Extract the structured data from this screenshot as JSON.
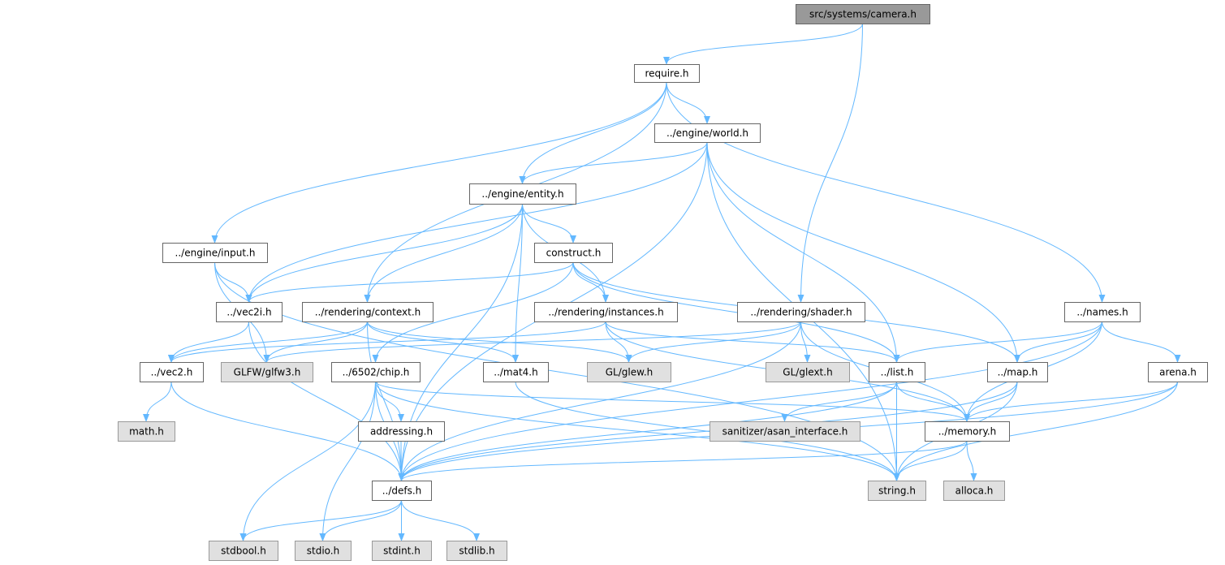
{
  "colors": {
    "edge": "#63b8ff",
    "root_fill": "#999999",
    "root_border": "#666666",
    "local_fill": "#ffffff",
    "local_border": "#666666",
    "system_fill": "#e0e0e0",
    "system_border": "#999999"
  },
  "nodes": [
    {
      "id": "camera",
      "label": "src/systems/camera.h",
      "kind": "root"
    },
    {
      "id": "require",
      "label": "require.h",
      "kind": "local"
    },
    {
      "id": "world",
      "label": "../engine/world.h",
      "kind": "local"
    },
    {
      "id": "entity",
      "label": "../engine/entity.h",
      "kind": "local"
    },
    {
      "id": "input",
      "label": "../engine/input.h",
      "kind": "local"
    },
    {
      "id": "construct",
      "label": "construct.h",
      "kind": "local"
    },
    {
      "id": "vec2i",
      "label": "../vec2i.h",
      "kind": "local"
    },
    {
      "id": "context",
      "label": "../rendering/context.h",
      "kind": "local"
    },
    {
      "id": "instances",
      "label": "../rendering/instances.h",
      "kind": "local"
    },
    {
      "id": "shader",
      "label": "../rendering/shader.h",
      "kind": "local"
    },
    {
      "id": "names",
      "label": "../names.h",
      "kind": "local"
    },
    {
      "id": "vec2",
      "label": "../vec2.h",
      "kind": "local"
    },
    {
      "id": "glfw",
      "label": "GLFW/glfw3.h",
      "kind": "system"
    },
    {
      "id": "chip",
      "label": "../6502/chip.h",
      "kind": "local"
    },
    {
      "id": "mat4",
      "label": "../mat4.h",
      "kind": "local"
    },
    {
      "id": "glew",
      "label": "GL/glew.h",
      "kind": "system"
    },
    {
      "id": "glext",
      "label": "GL/glext.h",
      "kind": "system"
    },
    {
      "id": "list",
      "label": "../list.h",
      "kind": "local"
    },
    {
      "id": "map",
      "label": "../map.h",
      "kind": "local"
    },
    {
      "id": "arena",
      "label": "arena.h",
      "kind": "local"
    },
    {
      "id": "math",
      "label": "math.h",
      "kind": "system"
    },
    {
      "id": "addressing",
      "label": "addressing.h",
      "kind": "local"
    },
    {
      "id": "asan",
      "label": "sanitizer/asan_interface.h",
      "kind": "system"
    },
    {
      "id": "memory",
      "label": "../memory.h",
      "kind": "local"
    },
    {
      "id": "defs",
      "label": "../defs.h",
      "kind": "local"
    },
    {
      "id": "string",
      "label": "string.h",
      "kind": "system"
    },
    {
      "id": "alloca",
      "label": "alloca.h",
      "kind": "system"
    },
    {
      "id": "stdbool",
      "label": "stdbool.h",
      "kind": "system"
    },
    {
      "id": "stdio",
      "label": "stdio.h",
      "kind": "system"
    },
    {
      "id": "stdint",
      "label": "stdint.h",
      "kind": "system"
    },
    {
      "id": "stdlib",
      "label": "stdlib.h",
      "kind": "system"
    }
  ],
  "edges": [
    [
      "camera",
      "require"
    ],
    [
      "camera",
      "shader"
    ],
    [
      "require",
      "world"
    ],
    [
      "require",
      "entity"
    ],
    [
      "require",
      "input"
    ],
    [
      "require",
      "context"
    ],
    [
      "require",
      "names"
    ],
    [
      "world",
      "entity"
    ],
    [
      "world",
      "vec2i"
    ],
    [
      "world",
      "defs"
    ],
    [
      "world",
      "list"
    ],
    [
      "world",
      "map"
    ],
    [
      "world",
      "string"
    ],
    [
      "entity",
      "construct"
    ],
    [
      "entity",
      "vec2i"
    ],
    [
      "entity",
      "context"
    ],
    [
      "entity",
      "instances"
    ],
    [
      "entity",
      "mat4"
    ],
    [
      "entity",
      "defs"
    ],
    [
      "input",
      "vec2i"
    ],
    [
      "input",
      "glfw"
    ],
    [
      "input",
      "string"
    ],
    [
      "construct",
      "vec2i"
    ],
    [
      "construct",
      "instances"
    ],
    [
      "construct",
      "chip"
    ],
    [
      "construct",
      "list"
    ],
    [
      "construct",
      "map"
    ],
    [
      "vec2i",
      "vec2"
    ],
    [
      "vec2i",
      "defs"
    ],
    [
      "context",
      "vec2"
    ],
    [
      "context",
      "glfw"
    ],
    [
      "context",
      "mat4"
    ],
    [
      "context",
      "glew"
    ],
    [
      "context",
      "defs"
    ],
    [
      "instances",
      "vec2"
    ],
    [
      "instances",
      "glew"
    ],
    [
      "instances",
      "list"
    ],
    [
      "instances",
      "memory"
    ],
    [
      "shader",
      "glfw"
    ],
    [
      "shader",
      "glew"
    ],
    [
      "shader",
      "glext"
    ],
    [
      "shader",
      "defs"
    ],
    [
      "shader",
      "memory"
    ],
    [
      "names",
      "list"
    ],
    [
      "names",
      "map"
    ],
    [
      "names",
      "arena"
    ],
    [
      "names",
      "memory"
    ],
    [
      "names",
      "defs"
    ],
    [
      "vec2",
      "math"
    ],
    [
      "vec2",
      "defs"
    ],
    [
      "chip",
      "addressing"
    ],
    [
      "chip",
      "defs"
    ],
    [
      "chip",
      "memory"
    ],
    [
      "chip",
      "stdbool"
    ],
    [
      "chip",
      "stdio"
    ],
    [
      "chip",
      "string"
    ],
    [
      "mat4",
      "string"
    ],
    [
      "list",
      "asan"
    ],
    [
      "list",
      "memory"
    ],
    [
      "list",
      "defs"
    ],
    [
      "list",
      "string"
    ],
    [
      "map",
      "memory"
    ],
    [
      "map",
      "defs"
    ],
    [
      "map",
      "string"
    ],
    [
      "arena",
      "memory"
    ],
    [
      "arena",
      "defs"
    ],
    [
      "arena",
      "string"
    ],
    [
      "addressing",
      "defs"
    ],
    [
      "memory",
      "defs"
    ],
    [
      "memory",
      "string"
    ],
    [
      "memory",
      "alloca"
    ],
    [
      "defs",
      "stdbool"
    ],
    [
      "defs",
      "stdio"
    ],
    [
      "defs",
      "stdint"
    ],
    [
      "defs",
      "stdlib"
    ]
  ]
}
